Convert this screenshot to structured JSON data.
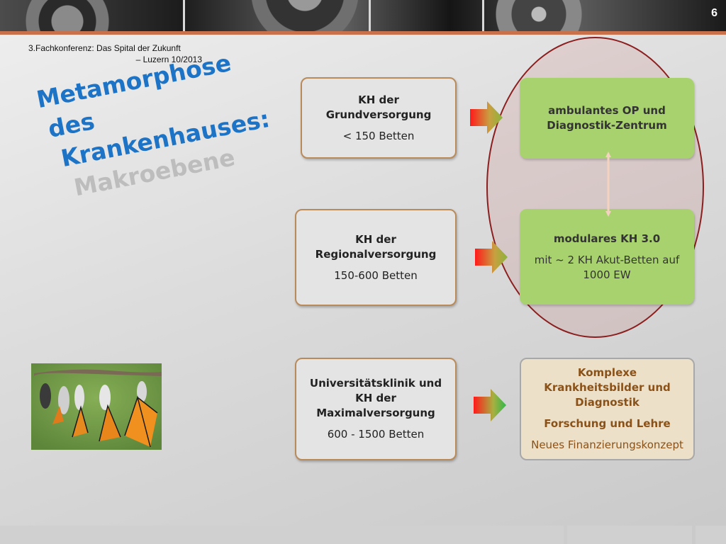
{
  "header": {
    "page_number": "6"
  },
  "conference": {
    "line1": "3.Fachkonferenz: Das Spital der Zukunft",
    "line2": "– Luzern 10/2013"
  },
  "title": {
    "line1": "Metamorphose",
    "line2": "des",
    "line3": "Krankenhauses:",
    "line4": "Makroebene"
  },
  "colors": {
    "title_blue": "#1d73c5",
    "subtitle_gray": "#bdbdbd",
    "accent_orange": "#c8714a",
    "green_box": "#a8d26e",
    "beige_box": "#ede0c8",
    "circle_border": "#8b1e1e"
  },
  "left_boxes": [
    {
      "title": "KH der Grundversorgung",
      "detail": "< 150 Betten"
    },
    {
      "title": "KH der Regionalversorgung",
      "detail": "150-600 Betten"
    },
    {
      "title": "Universitätsklinik und KH der Maximalversorgung",
      "detail": "600 - 1500 Betten"
    }
  ],
  "right_boxes": {
    "top": {
      "title": "ambulantes OP und Diagnostik-Zentrum"
    },
    "middle": {
      "title": "modulares KH 3.0",
      "detail": "mit ~ 2 KH Akut-Betten auf 1000 EW"
    },
    "bottom": {
      "title": "Komplexe Krankheitsbilder und Diagnostik",
      "subtitle": "Forschung und Lehre",
      "detail": "Neues Finanzierungskonzept"
    }
  },
  "icons": [
    "gradient-arrow-icon",
    "double-arrow-icon"
  ],
  "image": {
    "subject": "butterfly-metamorphosis-photo"
  }
}
